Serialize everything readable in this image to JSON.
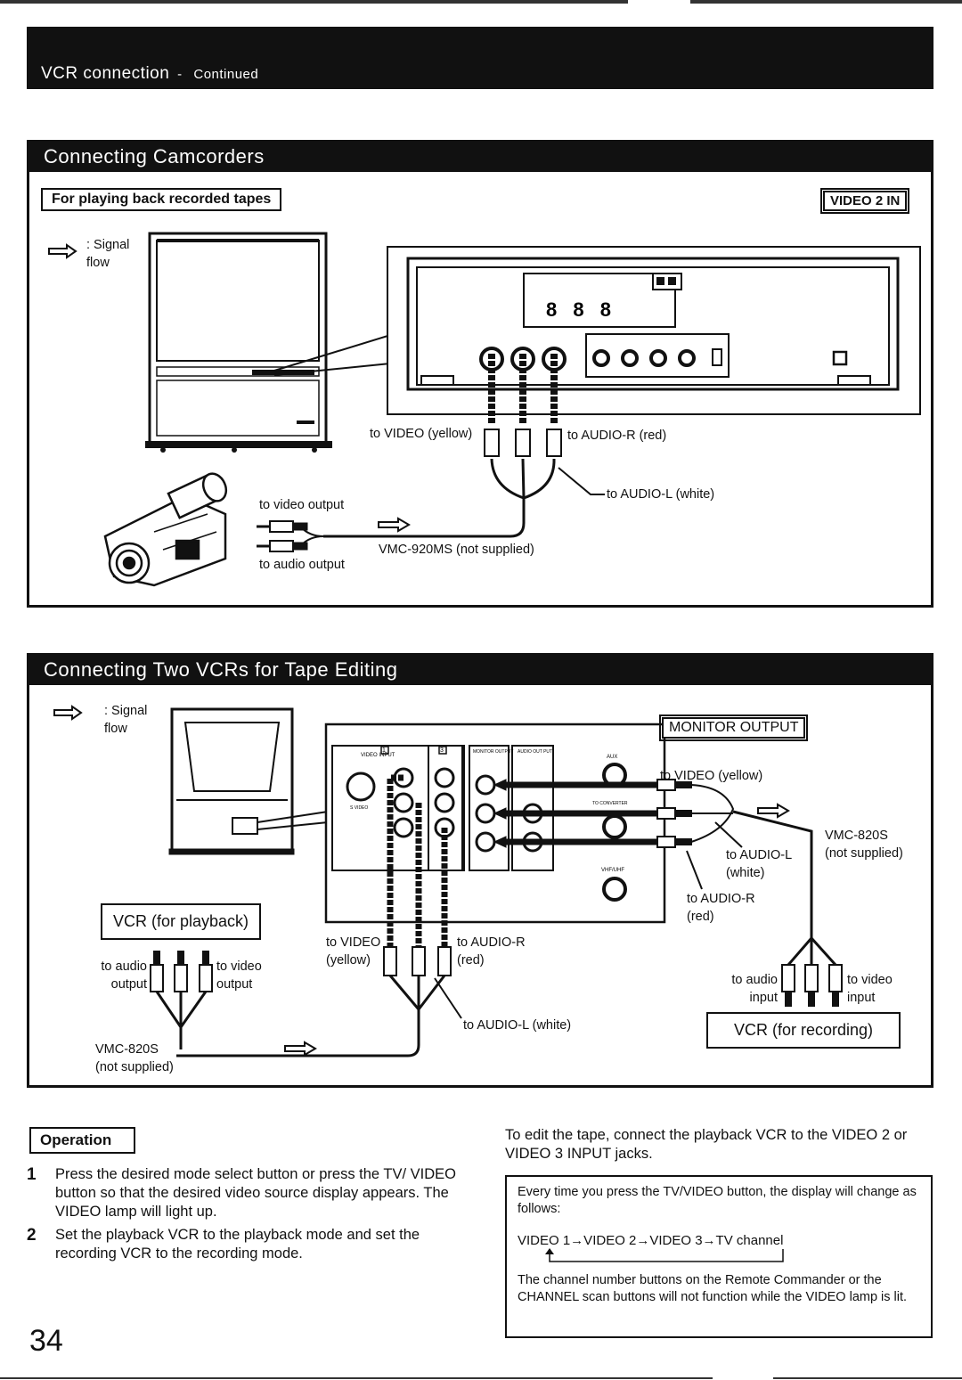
{
  "header": {
    "title": "VCR connection",
    "continued": "Continued"
  },
  "section1": {
    "title": "Connecting Camcorders",
    "subtitle": "For playing back recorded tapes",
    "badge": "VIDEO 2 IN",
    "signal_legend": ": Signal\nflow",
    "labels": {
      "to_video_yellow": "to VIDEO (yellow)",
      "to_audio_r_red": "to AUDIO-R (red)",
      "to_audio_l_white": "to AUDIO-L (white)",
      "to_video_output": "to video output",
      "to_audio_output": "to audio output",
      "cable": "VMC-920MS (not supplied)"
    }
  },
  "section2": {
    "title": "Connecting Two VCRs for Tape Editing",
    "badge": "MONITOR OUTPUT",
    "signal_legend": ": Signal\nflow",
    "vcr_playback": "VCR (for playback)",
    "vcr_recording": "VCR (for recording)",
    "labels": {
      "to_audio_output": "to audio\noutput",
      "to_video_output": "to video\noutput",
      "cable_left": "VMC-820S\n(not supplied)",
      "to_video_yellow": "to VIDEO\n(yellow)",
      "to_audio_r_red": "to AUDIO-R\n(red)",
      "to_audio_l_white": "to AUDIO-L  (white)",
      "mon_to_video_yellow": "to VIDEO (yellow)",
      "mon_to_audio_l": "to AUDIO-L\n(white)",
      "mon_to_audio_r": "to AUDIO-R\n(red)",
      "cable_right": "VMC-820S\n(not supplied)",
      "to_audio_input": "to audio\ninput",
      "to_video_input": "to video\ninput"
    },
    "panel": {
      "video_input": "VIDEO INPUT",
      "monitor_output": "MONITOR OUTPUT",
      "audio_out": "AUDIO OUT PUT",
      "to_converter": "TO CONVERTER",
      "aux": "AUX",
      "vhf_uhf": "VHF/UHF",
      "s_video": "S VIDEO",
      "jack1": "1",
      "jack3": "3"
    }
  },
  "operation": {
    "title": "Operation",
    "steps": [
      {
        "num": "1",
        "text": "Press the desired mode select button or press the TV/ VIDEO button so that the desired video source display appears. The VIDEO lamp will light up."
      },
      {
        "num": "2",
        "text": "Set the playback VCR to the playback mode and set the recording VCR to the recording mode."
      }
    ]
  },
  "edit_note": "To edit the tape, connect the playback VCR to the VIDEO 2 or VIDEO 3 INPUT jacks.",
  "note_box": {
    "line1": "Every time you press the TV/VIDEO button, the display will change as follows:",
    "sequence": "VIDEO 1→VIDEO 2→VIDEO 3→TV channel",
    "line2": "The channel number buttons on the Remote Commander or the CHANNEL scan buttons will not function while the VIDEO lamp is lit."
  },
  "page_number": "34"
}
